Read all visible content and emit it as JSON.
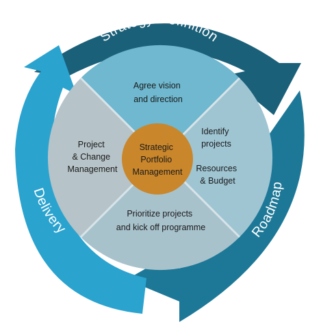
{
  "arrows": {
    "strategy": {
      "label": "Strategy Definition",
      "color": "#1b6079"
    },
    "roadmap": {
      "label": "Roadmap",
      "color": "#1d7897"
    },
    "delivery": {
      "label": "Delivery",
      "color": "#2ba3cf"
    }
  },
  "segments": {
    "top": {
      "lines": [
        "Agree vision",
        "and direction"
      ],
      "color": "#6fb8cf"
    },
    "right": {
      "lines": [
        "Identify",
        "projects",
        "Resources",
        "& Budget"
      ],
      "color": "#9fc5d3"
    },
    "bottom": {
      "lines": [
        "Prioritize projects",
        "and kick off programme"
      ],
      "color": "#a8c2cc"
    },
    "left": {
      "lines": [
        "Project",
        "& Change",
        "Management"
      ],
      "color": "#b6c3c8"
    }
  },
  "hub": {
    "lines": [
      "Strategic",
      "Portfolio",
      "Management"
    ],
    "color": "#c9862b"
  },
  "divider_color": "#d7e4e9"
}
